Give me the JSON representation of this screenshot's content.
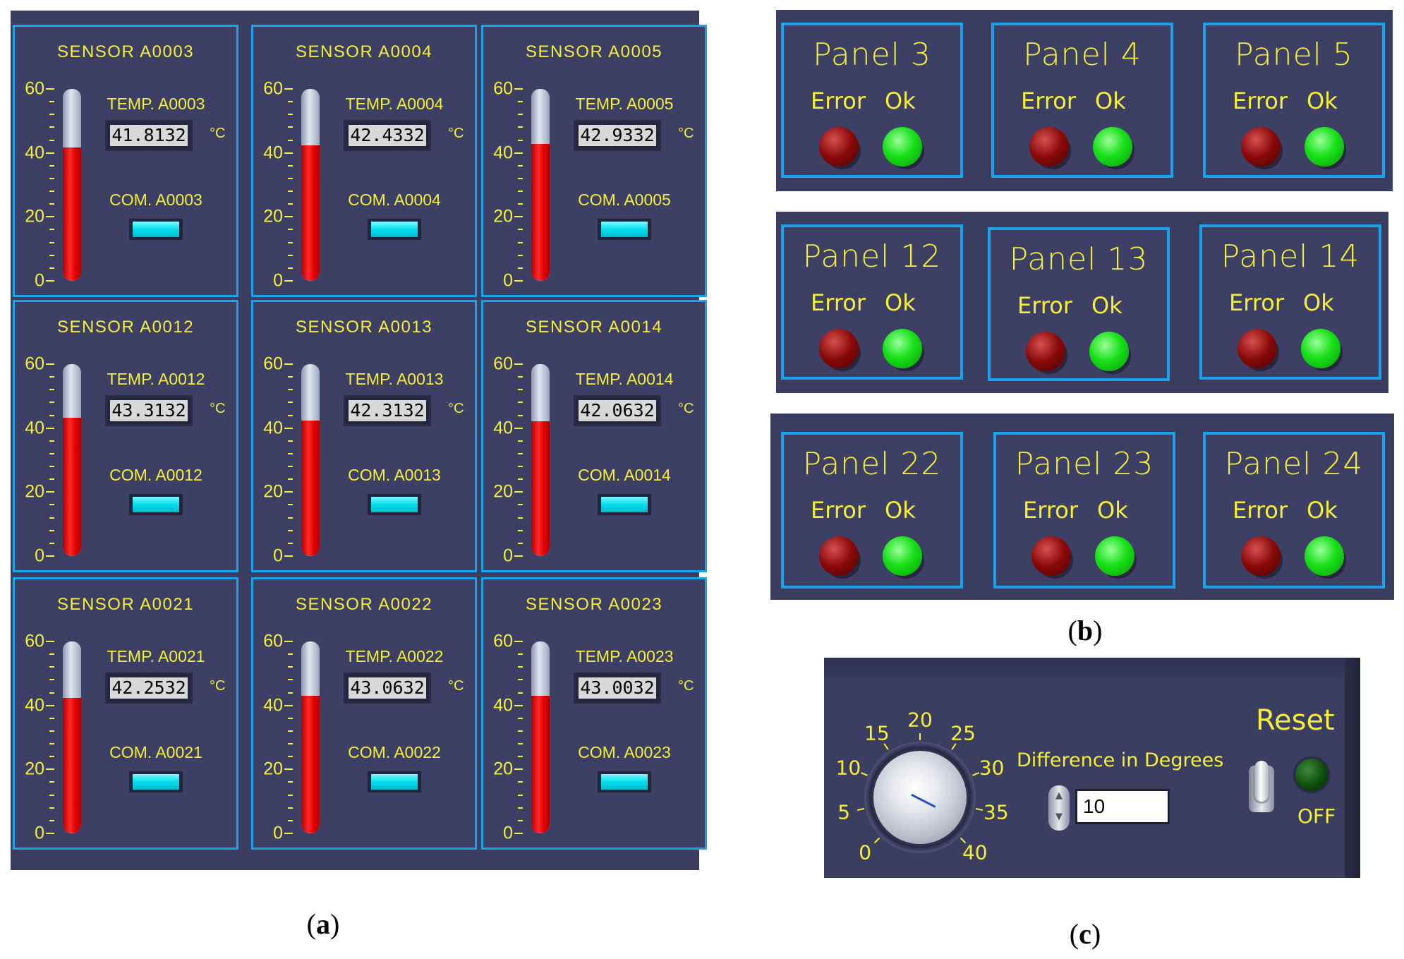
{
  "figure": {
    "caption_a": "a",
    "caption_b": "b",
    "caption_c": "c"
  },
  "sensors": [
    {
      "title": "SENSOR A0003",
      "temp_label": "TEMP. A0003",
      "temp_value": "41.8132",
      "unit": "°C",
      "com_label": "COM. A0003",
      "level": 41.8
    },
    {
      "title": "SENSOR A0004",
      "temp_label": "TEMP. A0004",
      "temp_value": "42.4332",
      "unit": "°C",
      "com_label": "COM. A0004",
      "level": 42.4
    },
    {
      "title": "SENSOR A0005",
      "temp_label": "TEMP. A0005",
      "temp_value": "42.9332",
      "unit": "°C",
      "com_label": "COM. A0005",
      "level": 42.9
    },
    {
      "title": "SENSOR A0012",
      "temp_label": "TEMP. A0012",
      "temp_value": "43.3132",
      "unit": "°C",
      "com_label": "COM. A0012",
      "level": 43.3
    },
    {
      "title": "SENSOR A0013",
      "temp_label": "TEMP. A0013",
      "temp_value": "42.3132",
      "unit": "°C",
      "com_label": "COM. A0013",
      "level": 42.3
    },
    {
      "title": "SENSOR A0014",
      "temp_label": "TEMP. A0014",
      "temp_value": "42.0632",
      "unit": "°C",
      "com_label": "COM. A0014",
      "level": 42.1
    },
    {
      "title": "SENSOR A0021",
      "temp_label": "TEMP. A0021",
      "temp_value": "42.2532",
      "unit": "°C",
      "com_label": "COM. A0021",
      "level": 42.3
    },
    {
      "title": "SENSOR A0022",
      "temp_label": "TEMP. A0022",
      "temp_value": "43.0632",
      "unit": "°C",
      "com_label": "COM. A0022",
      "level": 43.1
    },
    {
      "title": "SENSOR A0023",
      "temp_label": "TEMP. A0023",
      "temp_value": "43.0032",
      "unit": "°C",
      "com_label": "COM. A0023",
      "level": 43.0
    }
  ],
  "thermometer_scale": {
    "min": 0,
    "max": 60,
    "labels": [
      "60",
      "40",
      "20",
      "0"
    ]
  },
  "panels": [
    {
      "title": "Panel 3",
      "error_label": "Error",
      "ok_label": "Ok"
    },
    {
      "title": "Panel 4",
      "error_label": "Error",
      "ok_label": "Ok"
    },
    {
      "title": "Panel 5",
      "error_label": "Error",
      "ok_label": "Ok"
    },
    {
      "title": "Panel 12",
      "error_label": "Error",
      "ok_label": "Ok"
    },
    {
      "title": "Panel 13",
      "error_label": "Error",
      "ok_label": "Ok"
    },
    {
      "title": "Panel 14",
      "error_label": "Error",
      "ok_label": "Ok"
    },
    {
      "title": "Panel 22",
      "error_label": "Error",
      "ok_label": "Ok"
    },
    {
      "title": "Panel 23",
      "error_label": "Error",
      "ok_label": "Ok"
    },
    {
      "title": "Panel 24",
      "error_label": "Error",
      "ok_label": "Ok"
    }
  ],
  "control": {
    "dial_labels": [
      "0",
      "5",
      "10",
      "15",
      "20",
      "25",
      "30",
      "35",
      "40"
    ],
    "dial_value": 10,
    "difference_label": "Difference in Degrees",
    "difference_value": "10",
    "reset_label": "Reset",
    "off_label": "OFF"
  },
  "colors": {
    "panel_bg": "#3d4064",
    "border": "#19a3e8",
    "label_text": "#f4ef3a",
    "mercury": "#ff2a2a",
    "ok_led": "#18e018",
    "error_led": "#8a0a0a",
    "com_led": "#00e0ef"
  }
}
